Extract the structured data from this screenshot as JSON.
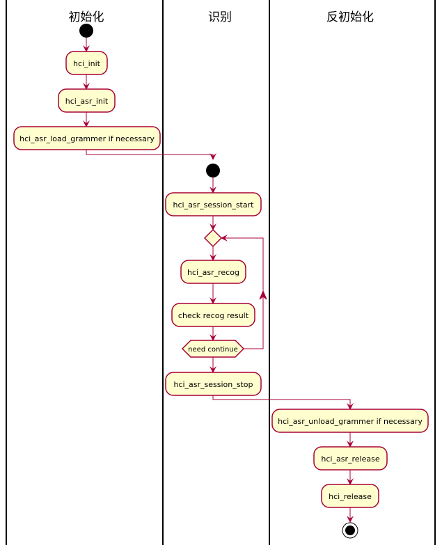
{
  "swimlanes": [
    {
      "title": "初始化"
    },
    {
      "title": "识别"
    },
    {
      "title": "反初始化"
    }
  ],
  "activities": {
    "hci_init": "hci_init",
    "hci_asr_init": "hci_asr_init",
    "load_grammer": "hci_asr_load_grammer if necessary",
    "session_start": "hci_asr_session_start",
    "recog": "hci_asr_recog",
    "check_result": "check recog result",
    "session_stop": "hci_asr_session_stop",
    "unload_grammer": "hci_asr_unload_grammer if necessary",
    "asr_release": "hci_asr_release",
    "release": "hci_release"
  },
  "loop_condition": "need continue",
  "colors": {
    "activity_fill": "#FEFECE",
    "border": "#A80036",
    "node": "#000000"
  }
}
